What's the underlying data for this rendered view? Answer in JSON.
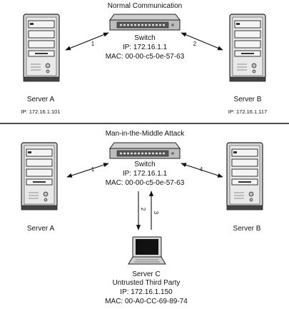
{
  "normal": {
    "title": "Normal Communication",
    "switch_name": "Switch",
    "switch_ip": "IP: 172.16.1.1",
    "switch_mac": "MAC: 00-00-c5-0e-57-63",
    "server_a_name": "Server A",
    "server_a_ip": "IP: 172.16.1.101",
    "server_b_name": "Server B",
    "server_b_ip": "IP: 172.16.1.117",
    "arrow_1": "1",
    "arrow_2": "2"
  },
  "mitm": {
    "title": "Man-in-the-Middle Attack",
    "switch_name": "Switch",
    "switch_ip": "IP: 172.16.1.1",
    "switch_mac": "MAC: 00-00-c5-0e-57-63",
    "server_a_name": "Server A",
    "server_b_name": "Server B",
    "server_c_name": "Server C",
    "server_c_desc": "Untrusted Third Party",
    "server_c_ip": "IP: 172.16.1.150",
    "server_c_mac": "MAC: 00-A0-CC-69-89-74",
    "arrow_1": "1",
    "arrow_2": "2",
    "arrow_3": "3",
    "arrow_4": "4"
  }
}
